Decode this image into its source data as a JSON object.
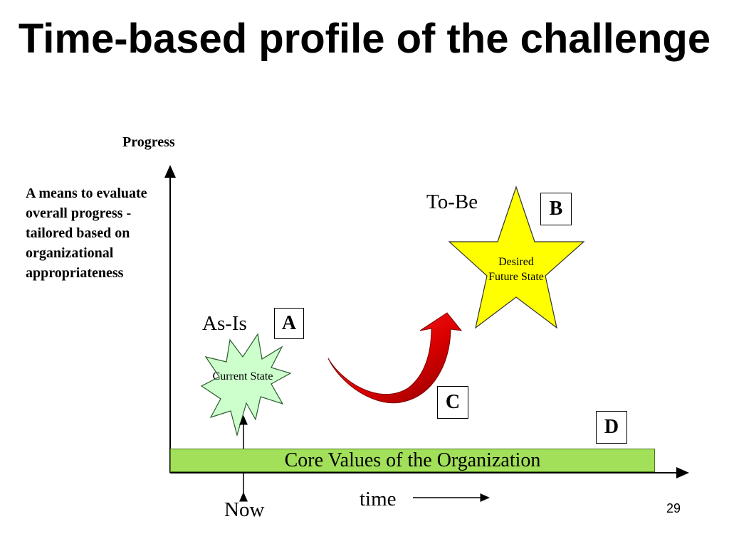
{
  "title": "Time-based profile of the challenge",
  "y_axis_label": "Progress",
  "x_axis_label": "time",
  "side_note": "A means to evaluate overall progress - tailored based on organizational appropriateness",
  "as_is_label": "As-Is",
  "to_be_label": "To-Be",
  "current_state": "Current State",
  "desired_state": "Desired Future State",
  "box_a": "A",
  "box_b": "B",
  "box_c": "C",
  "box_d": "D",
  "core_values": "Core Values of the Organization",
  "now_label": "Now",
  "page_number": "29",
  "colors": {
    "current_state_fill": "#ccffcc",
    "desired_state_fill": "#ffff00",
    "core_bar_fill": "#a2e05a",
    "arrow_fill": "#e00000"
  }
}
